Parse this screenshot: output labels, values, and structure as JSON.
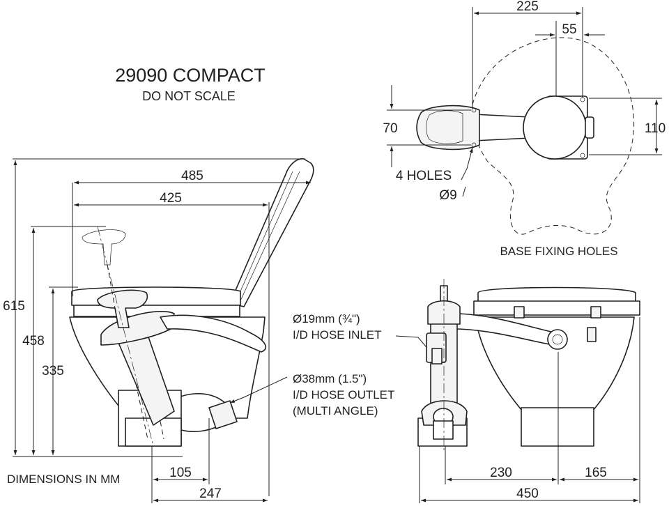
{
  "title": "29090 COMPACT",
  "subtitle": "DO NOT SCALE",
  "units_note": "DIMENSIONS IN MM",
  "base_label": "BASE FIXING HOLES",
  "holes_label": "4 HOLES",
  "holes_dia": "Ø9",
  "inlet_label_1": "Ø19mm (¾\")",
  "inlet_label_2": "I/D HOSE INLET",
  "outlet_label_1": "Ø38mm (1.5\")",
  "outlet_label_2": "I/D HOSE OUTLET",
  "outlet_label_3": "(MULTI ANGLE)",
  "dims": {
    "d225": "225",
    "d55": "55",
    "d70": "70",
    "d110": "110",
    "d485": "485",
    "d425": "425",
    "d615": "615",
    "d458": "458",
    "d335": "335",
    "d105": "105",
    "d247": "247",
    "d230": "230",
    "d165": "165",
    "d450": "450"
  }
}
